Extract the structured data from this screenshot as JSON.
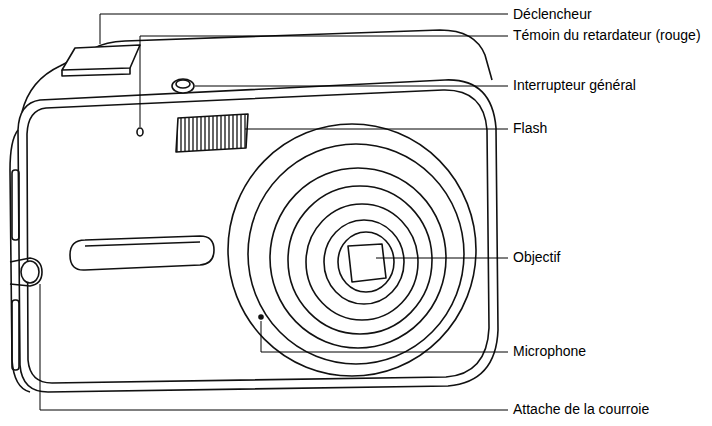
{
  "diagram": {
    "labels": [
      "Déclencheur",
      "Témoin du retardateur (rouge)",
      "Interrupteur général",
      "Flash",
      "Objectif",
      "Microphone",
      "Attache de la courroie"
    ]
  }
}
